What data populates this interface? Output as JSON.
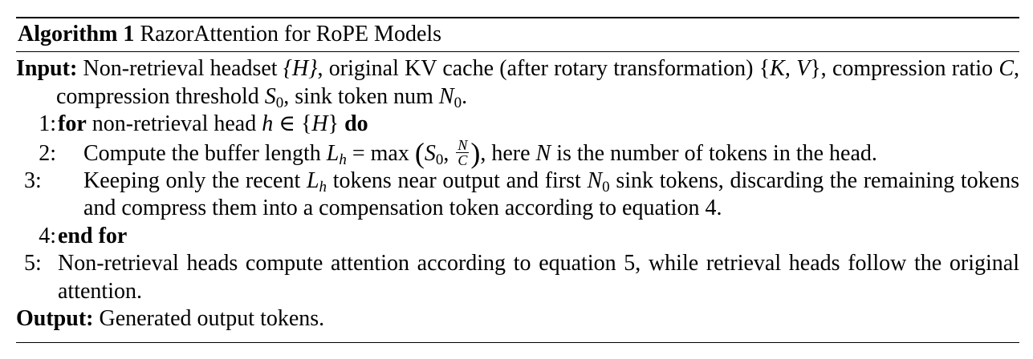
{
  "algorithm": {
    "label": "Algorithm 1",
    "title": "RazorAttention for RoPE Models",
    "input_label": "Input:",
    "input_text": "Non-retrieval headset {H}, original KV cache (after rotary transformation) {K, V}, compression ratio C, compression threshold S0, sink token num N0.",
    "steps": [
      {
        "num": "1:",
        "kw_start": "for",
        "text": "non-retrieval head h ∈ {H}",
        "kw_end": "do"
      },
      {
        "num": "2:",
        "text": "Compute the buffer length Lh = max (S0, N/C), here N is the number of tokens in the head."
      },
      {
        "num": "3:",
        "text": "Keeping only the recent Lh tokens near output and first N0 sink tokens, discarding the remaining tokens and compress them into a compensation token according to equation 4."
      },
      {
        "num": "4:",
        "kw": "end for"
      },
      {
        "num": "5:",
        "text": "Non-retrieval heads compute attention according to equation 5, while retrieval heads follow the original attention."
      }
    ],
    "output_label": "Output:",
    "output_text": "Generated output tokens."
  }
}
